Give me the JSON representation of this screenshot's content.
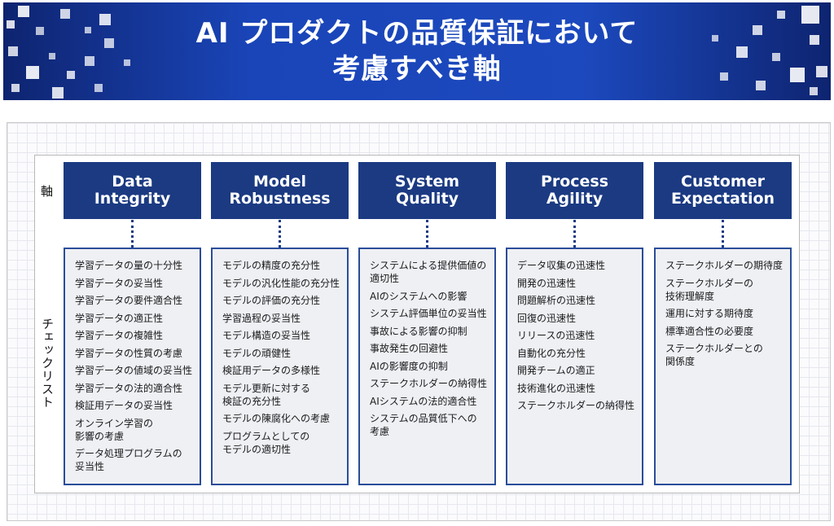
{
  "header": {
    "title_line1": "AI プロダクトの品質保証において",
    "title_line2": "考慮すべき軸"
  },
  "row_labels": {
    "axis": "軸",
    "checklist": "チェックリスト"
  },
  "columns": [
    {
      "head_line1": "Data",
      "head_line2": "Integrity",
      "items": [
        "学習データの量の十分性",
        "学習データの妥当性",
        "学習データの要件適合性",
        "学習データの適正性",
        "学習データの複雑性",
        "学習データの性質の考慮",
        "学習データの値域の妥当性",
        "学習データの法的適合性",
        "検証用データの妥当性",
        "オンライン学習の\n影響の考慮",
        "データ処理プログラムの\n妥当性"
      ]
    },
    {
      "head_line1": "Model",
      "head_line2": "Robustness",
      "items": [
        "モデルの精度の充分性",
        "モデルの汎化性能の充分性",
        "モデルの評価の充分性",
        "学習過程の妥当性",
        "モデル構造の妥当性",
        "モデルの頑健性",
        "検証用データの多様性",
        "モデル更新に対する\n検証の充分性",
        "モデルの陳腐化への考慮",
        "プログラムとしての\nモデルの適切性"
      ]
    },
    {
      "head_line1": "System",
      "head_line2": "Quality",
      "items": [
        "システムによる提供価値の\n適切性",
        "AIのシステムへの影響",
        "システム評価単位の妥当性",
        "事故による影響の抑制",
        "事故発生の回避性",
        "AIの影響度の抑制",
        "ステークホルダーの納得性",
        "AIシステムの法的適合性",
        "システムの品質低下への\n考慮"
      ]
    },
    {
      "head_line1": "Process",
      "head_line2": "Agility",
      "items": [
        "データ収集の迅速性",
        "開発の迅速性",
        "問題解析の迅速性",
        "回復の迅速性",
        "リリースの迅速性",
        "自動化の充分性",
        "開発チームの適正",
        "技術進化の迅速性",
        "ステークホルダーの納得性"
      ]
    },
    {
      "head_line1": "Customer",
      "head_line2": "Expectation",
      "items": [
        "ステークホルダーの期待度",
        "ステークホルダーの\n技術理解度",
        "運用に対する期待度",
        "標準適合性の必要度",
        "ステークホルダーとの\n関係度"
      ]
    }
  ],
  "colors": {
    "header_fill": "#1b3a82",
    "box_fill": "#eef0f4",
    "banner_blue": "#1c49be"
  }
}
